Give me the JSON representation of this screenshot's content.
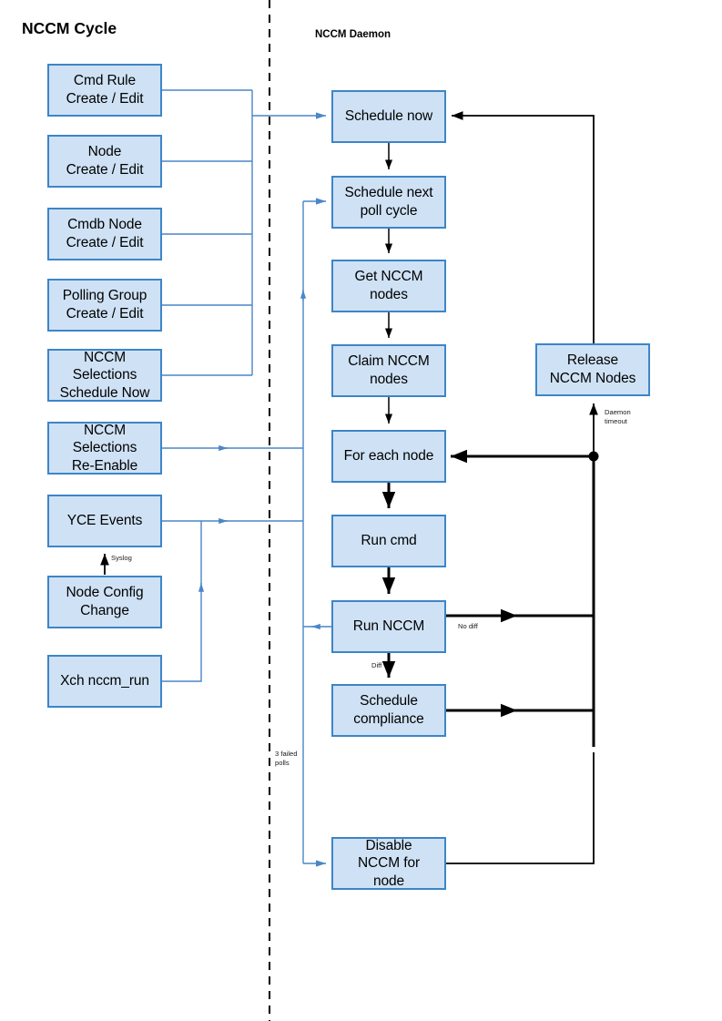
{
  "diagram": {
    "title_left": "NCCM Cycle",
    "title_right": "NCCM Daemon",
    "divider": "vertical-dashed-lane-divider",
    "colors": {
      "node_fill": "#cfe2f5",
      "node_border": "#3d85c8",
      "blue_connector": "#4a86c8",
      "black_connector": "#000000"
    }
  },
  "left_lane": {
    "nodes": [
      {
        "id": "cmd-rule",
        "label": "Cmd Rule\nCreate / Edit"
      },
      {
        "id": "node-create",
        "label": "Node\nCreate / Edit"
      },
      {
        "id": "cmdb-node",
        "label": "Cmdb Node\nCreate / Edit"
      },
      {
        "id": "polling-group",
        "label": "Polling Group\nCreate / Edit"
      },
      {
        "id": "nccm-selections-schedule-now",
        "label": "NCCM\nSelections\nSchedule Now"
      },
      {
        "id": "nccm-selections-re-enable",
        "label": "NCCM\nSelections\nRe-Enable"
      },
      {
        "id": "yce-events",
        "label": "YCE Events"
      },
      {
        "id": "node-config-change",
        "label": "Node Config\nChange"
      },
      {
        "id": "xch-nccm-run",
        "label": "Xch nccm_run"
      }
    ]
  },
  "right_lane": {
    "nodes": [
      {
        "id": "schedule-now",
        "label": "Schedule now"
      },
      {
        "id": "schedule-next-poll-cycle",
        "label": "Schedule next\npoll cycle"
      },
      {
        "id": "get-nccm-nodes",
        "label": "Get NCCM\nnodes"
      },
      {
        "id": "claim-nccm-nodes",
        "label": "Claim NCCM\nnodes"
      },
      {
        "id": "for-each-node",
        "label": "For each node"
      },
      {
        "id": "run-cmd",
        "label": "Run cmd"
      },
      {
        "id": "run-nccm",
        "label": "Run NCCM"
      },
      {
        "id": "schedule-compliance",
        "label": "Schedule\ncompliance"
      },
      {
        "id": "disable-nccm-for-node",
        "label": "Disable\nNCCM for\nnode"
      },
      {
        "id": "release-nccm-nodes",
        "label": "Release\nNCCM Nodes"
      }
    ]
  },
  "edge_labels": {
    "syslog": "Syslog",
    "daemon_timeout": "Daemon\ntimeout",
    "no_diff": "No diff",
    "diff": "Diff",
    "three_failed_polls": "3 failed\npolls"
  }
}
